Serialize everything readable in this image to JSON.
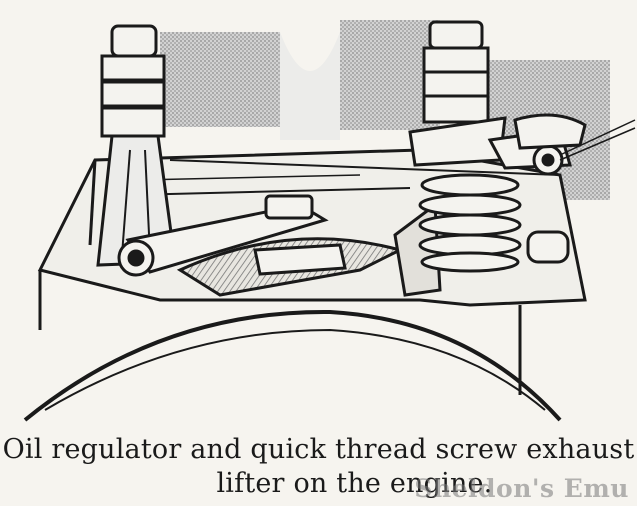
{
  "caption": {
    "line1": "Oil regulator and quick thread screw exhaust",
    "line2": "lifter on the engine."
  },
  "watermark": "Sheldon's Emu",
  "illustration": {
    "subject": "engine-cylinder-head-detail",
    "colors": {
      "paper": "#f6f4ef",
      "ink": "#1a1a1a",
      "shade": "#bdbdbd"
    }
  }
}
